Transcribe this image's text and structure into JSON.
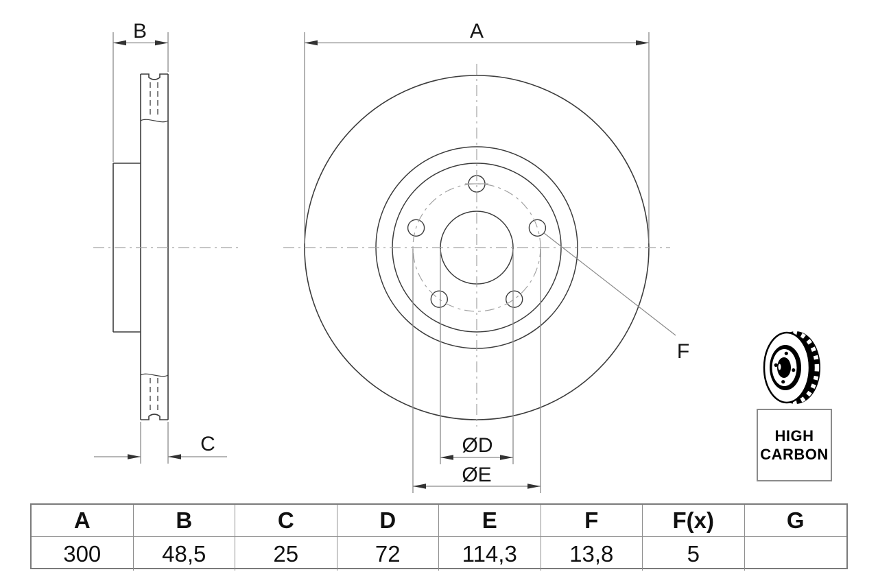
{
  "diagram": {
    "dimension_labels": {
      "a": "A",
      "b": "B",
      "c": "C",
      "f": "F",
      "d_dia": "ØD",
      "e_dia": "ØE"
    },
    "badge": {
      "line1": "HIGH",
      "line2": "CARBON"
    }
  },
  "table": {
    "headers": [
      "A",
      "B",
      "C",
      "D",
      "E",
      "F",
      "F(x)",
      "G"
    ],
    "values": [
      "300",
      "48,5",
      "25",
      "72",
      "114,3",
      "13,8",
      "5",
      ""
    ]
  },
  "colors": {
    "background": "#ffffff",
    "drawing_line": "#3c3c3c",
    "dimension_line": "#8a8a8a",
    "arrowhead": "#333333",
    "centerline": "#a3a3a3",
    "text": "#161616",
    "table_border": "#7a7a7a",
    "badge_icon": "#000000"
  }
}
